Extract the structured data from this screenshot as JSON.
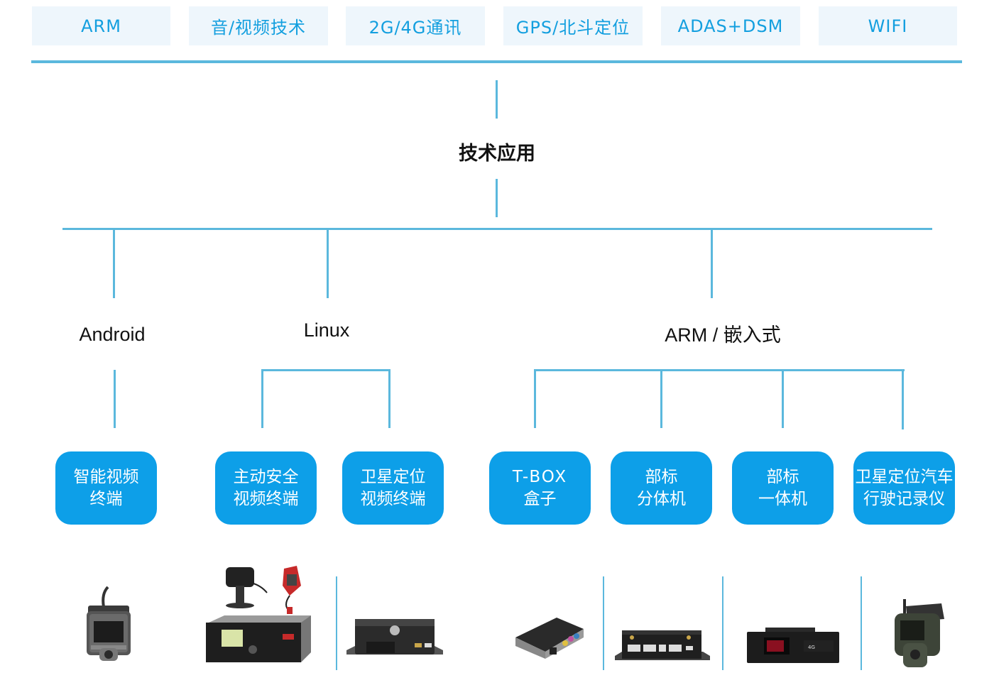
{
  "top_tags": [
    "ARM",
    "音/视频技术",
    "2G/4G通讯",
    "GPS/北斗定位",
    "ADAS+DSM",
    "WIFI"
  ],
  "center_title": "技术应用",
  "platforms": [
    {
      "label": "Android"
    },
    {
      "label": "Linux"
    },
    {
      "label": "ARM / 嵌入式"
    }
  ],
  "products": [
    {
      "line1": "智能视频",
      "line2": "终端",
      "image": "dashcam-icon"
    },
    {
      "line1": "主动安全",
      "line2": "视频终端",
      "image": "adas-dvr-kit-icon"
    },
    {
      "line1": "卫星定位",
      "line2": "视频终端",
      "image": "mobile-dvr-icon"
    },
    {
      "line1": "T-BOX",
      "line2": "盒子",
      "image": "tbox-icon"
    },
    {
      "line1": "部标",
      "line2": "分体机",
      "image": "split-unit-icon"
    },
    {
      "line1": "部标",
      "line2": "一体机",
      "image": "integrated-unit-icon"
    },
    {
      "line1": "卫星定位汽车",
      "line2": "行驶记录仪",
      "image": "driving-recorder-icon"
    }
  ],
  "colors": {
    "accent": "#0d9fe8",
    "line": "#5bb8dd",
    "tag_bg": "#eef6fc",
    "tag_text": "#139fdf"
  }
}
